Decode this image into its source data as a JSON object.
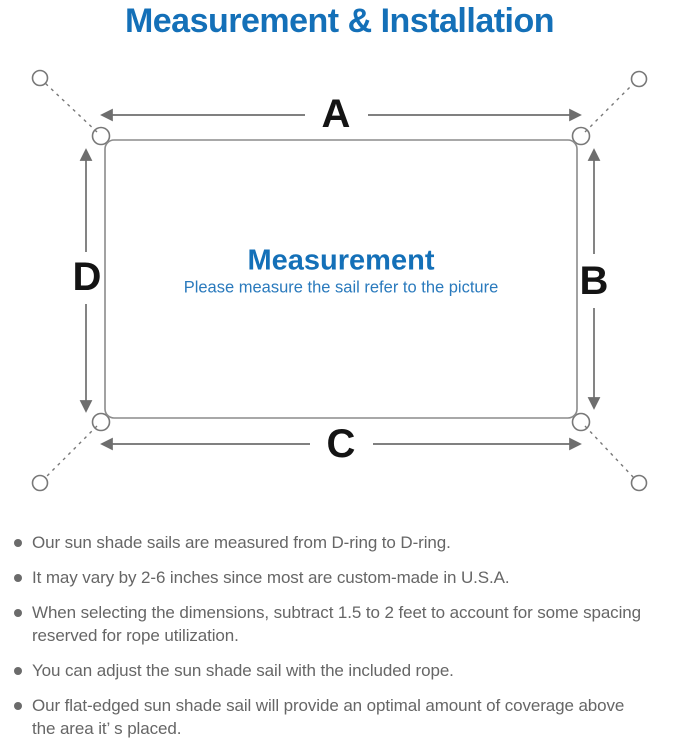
{
  "title": "Measurement & Installation",
  "diagram": {
    "labels": {
      "top": "A",
      "right": "B",
      "bottom": "C",
      "left": "D"
    },
    "center_title": "Measurement",
    "center_subtitle": "Please measure the sail refer to the picture"
  },
  "notes": {
    "items": [
      "Our sun shade sails are measured from D-ring to D-ring.",
      "It may vary by 2-6 inches since most are custom-made in U.S.A.",
      "When selecting the dimensions, subtract 1.5 to 2 feet to account for some spacing\nreserved for rope utilization.",
      "You can adjust the sun shade sail with the included rope.",
      "Our flat-edged sun shade sail will provide an optimal amount of coverage above\nthe area it’ s placed."
    ]
  },
  "colors": {
    "accent_blue": "#1470b8",
    "subtitle_blue": "#2a7abd",
    "line_gray": "#787878",
    "arrow_gray": "#6e6e6e",
    "note_gray": "#666666",
    "label_dark": "#141414"
  }
}
